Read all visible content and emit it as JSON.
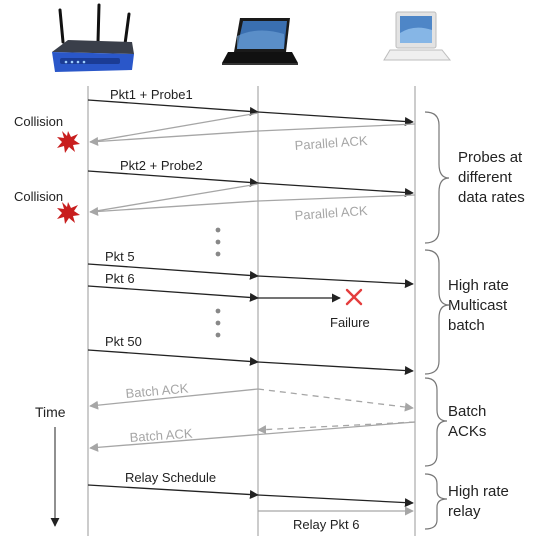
{
  "devices": [
    {
      "name": "wireless-router"
    },
    {
      "name": "black-laptop"
    },
    {
      "name": "white-laptop"
    }
  ],
  "labels": {
    "collision_1": "Collision",
    "collision_2": "Collision",
    "time": "Time",
    "failure": "Failure"
  },
  "messages": {
    "pkt1_probe1": "Pkt1 + Probe1",
    "parallel_ack_1": "Parallel ACK",
    "pkt2_probe2": "Pkt2 + Probe2",
    "parallel_ack_2": "Parallel ACK",
    "pkt5": "Pkt 5",
    "pkt6": "Pkt 6",
    "pkt50": "Pkt 50",
    "batch_ack_1": "Batch ACK",
    "batch_ack_2": "Batch ACK",
    "relay_schedule": "Relay Schedule",
    "relay_pkt6": "Relay Pkt 6"
  },
  "phases": {
    "probes": [
      "Probes at",
      "different",
      "data rates"
    ],
    "multicast": [
      "High rate",
      "Multicast",
      "batch"
    ],
    "batch_acks": [
      "Batch",
      "ACKs"
    ],
    "relay": [
      "High rate",
      "relay"
    ]
  },
  "colors": {
    "dark_arrow": "#222222",
    "light_arrow": "#a6a6a6",
    "collision": "#c81e1e",
    "failure": "#e43c3c",
    "router_body": "#2a57c9"
  }
}
